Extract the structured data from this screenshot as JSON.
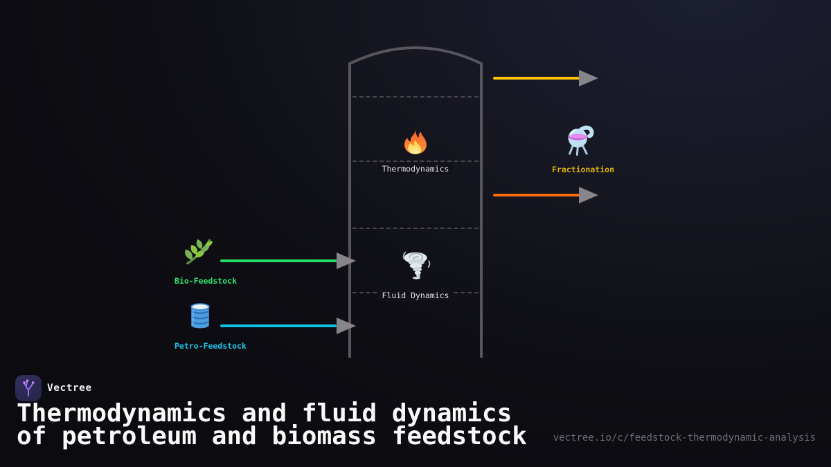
{
  "diagram": {
    "column": {
      "zones": [
        {
          "label": "Thermodynamics",
          "icon": "fire-icon"
        },
        {
          "label": "Fluid Dynamics",
          "icon": "tornado-icon"
        }
      ]
    },
    "inputs": [
      {
        "label": "Bio-Feedstock",
        "icon": "herb-icon",
        "color": "#2FE26E"
      },
      {
        "label": "Petro-Feedstock",
        "icon": "oil-drum-icon",
        "color": "#1EC3E8"
      }
    ],
    "outputs": [
      {
        "name": "top-product-stream",
        "color": "#FFC400"
      },
      {
        "name": "mid-product-stream",
        "color": "#FF6C00"
      }
    ],
    "product": {
      "label": "Fractionation",
      "icon": "alembic-icon",
      "color": "#D9B20D"
    },
    "colors": {
      "column_stroke": "#56565C",
      "tray_dashed_line": "#45454B",
      "arrowhead": "#85858A"
    }
  },
  "footer": {
    "brand": "Vectree",
    "title_line1": "Thermodynamics and fluid dynamics",
    "title_line2": "of petroleum and biomass feedstock",
    "url": "vectree.io/c/feedstock-thermodynamic-analysis"
  }
}
